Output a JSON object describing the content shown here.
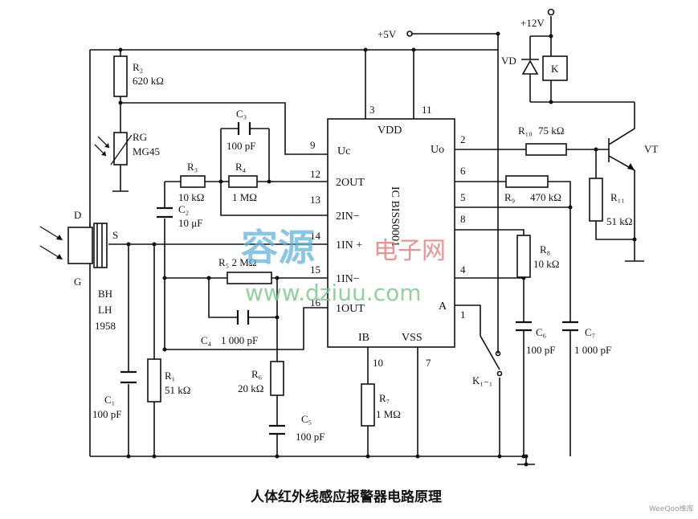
{
  "labels": {
    "vcc5": "+5V",
    "vcc12": "+12V",
    "r2": "R₂",
    "r2v": "620 kΩ",
    "rg": "RG",
    "rgv": "MG45",
    "c3": "C₃",
    "c3v": "100 pF",
    "r3": "R₃",
    "r3v": "10 kΩ",
    "r4": "R₄",
    "r4v": "1 MΩ",
    "c2": "C₂",
    "c2v": "10 μF",
    "d": "D",
    "s": "S",
    "g": "G",
    "bh1": "BH",
    "bh2": "LH",
    "bh3": "1958",
    "r5": "R₅ 2 MΩ",
    "c4": "C₄",
    "c4v": "1 000 pF",
    "c1": "C₁",
    "c1v": "100 pF",
    "r1": "R₁",
    "r1v": "51 kΩ",
    "r6": "R₆",
    "r6v": "20 kΩ",
    "c5": "C₅",
    "c5v": "100 pF",
    "r7": "R₇",
    "r7v": "1 MΩ",
    "r10": "R₁₀",
    "r10v": "75 kΩ",
    "vt": "VT",
    "r9": "R₉",
    "r9v": "470 kΩ",
    "r11": "R₁₁",
    "r11v": "51 kΩ",
    "r8": "R₈",
    "r8v": "10 kΩ",
    "c6": "C₆",
    "c6v": "100 pF",
    "c7": "C₇",
    "c7v": "1 000 pF",
    "vd": "VD",
    "k": "K",
    "k11": "K₁₋₁"
  },
  "ic": {
    "name": "IC BISS0001",
    "vdd": "VDD",
    "vss": "VSS",
    "ib": "IB",
    "uc": "Uc",
    "uo": "Uo",
    "a": "A",
    "p2out": "2OUT",
    "p2in": "2IN−",
    "p1inp": "1IN +",
    "p1inm": "1IN−",
    "p1out": "1OUT"
  },
  "pins": {
    "p3": "3",
    "p11": "11",
    "p9": "9",
    "p12": "12",
    "p13": "13",
    "p14": "14",
    "p15": "15",
    "p16": "16",
    "p10": "10",
    "p7": "7",
    "p2": "2",
    "p6": "6",
    "p5": "5",
    "p8": "8",
    "p4": "4",
    "p1": "1"
  },
  "watermark": {
    "main": "容源",
    "sub": "电子网",
    "url": "www.dziuu.com"
  },
  "caption": "人体红外线感应报警器电路原理",
  "credit": "WeeQoo维库",
  "colors": {
    "watermark_blue": "#63b4d8",
    "watermark_red": "#e07a7a",
    "watermark_green": "#7ac38a"
  }
}
